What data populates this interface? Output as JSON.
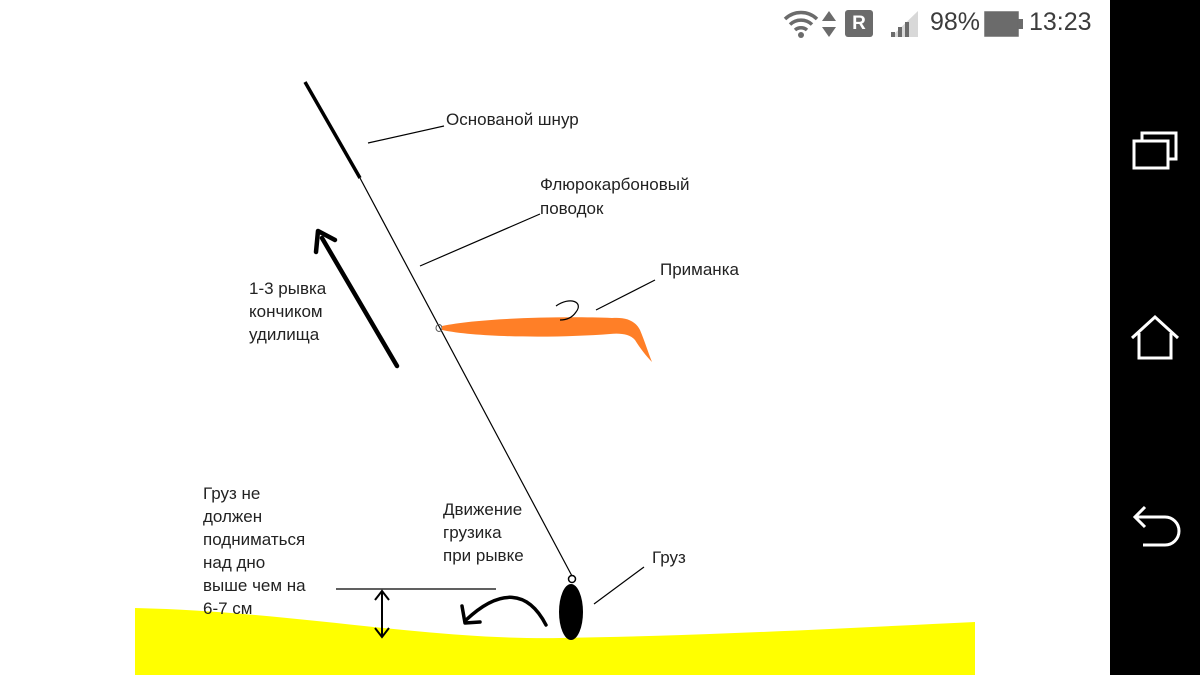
{
  "status_bar": {
    "battery_percent": "98%",
    "time": "13:23",
    "roaming_indicator": "R",
    "icons": [
      "wifi-icon",
      "data-arrows-icon",
      "roaming-icon",
      "signal-icon",
      "battery-icon"
    ]
  },
  "nav_bar": {
    "buttons": [
      "recent-apps-icon",
      "home-icon",
      "back-icon"
    ]
  },
  "diagram": {
    "labels": {
      "main_line": "Основаной шнур",
      "leader_1": "Флюрокарбоновый",
      "leader_2": "поводок",
      "lure": "Приманка",
      "jerk_1": "1-3 рывка",
      "jerk_2": "кончиком",
      "jerk_3": "удилища",
      "weight_rule_1": "Груз не",
      "weight_rule_2": "должен",
      "weight_rule_3": "подниматься",
      "weight_rule_4": "над дно",
      "weight_rule_5": "выше чем на",
      "weight_rule_6": "6-7 см",
      "movement_1": "Движение",
      "movement_2": "грузика",
      "movement_3": "при рывке",
      "sinker": "Груз"
    },
    "colors": {
      "bottom": "#ffff00",
      "lure": "#ff7f27",
      "line": "#000000"
    }
  }
}
